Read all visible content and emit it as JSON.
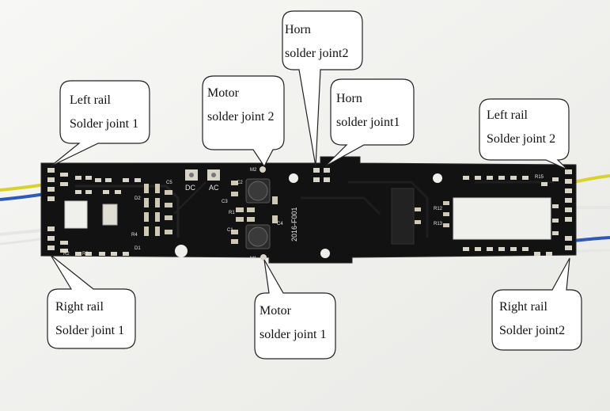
{
  "callouts": {
    "left_rail_1": {
      "line1": "Left rail",
      "line2": "Solder joint 1"
    },
    "motor_2": {
      "line1": "Motor",
      "line2": "solder joint 2"
    },
    "horn_2": {
      "line1": "Horn",
      "line2": "solder joint2"
    },
    "horn_1": {
      "line1": "Horn",
      "line2": "solder joint1"
    },
    "left_rail_2": {
      "line1": "Left rail",
      "line2": "Solder joint 2"
    },
    "right_rail_1": {
      "line1": "Right rail",
      "line2": "Solder joint 1"
    },
    "motor_1": {
      "line1": "Motor",
      "line2": "solder joint 1"
    },
    "right_rail_2": {
      "line1": "Right rail",
      "line2": "Solder joint2"
    }
  },
  "silkscreen": {
    "dc": "DC",
    "ac": "AC",
    "part_no": "2016-F001",
    "m1": "M1",
    "m2": "M2",
    "d1": "D1",
    "d2": "D2",
    "r3": "R3",
    "r4": "R4",
    "r12": "R12",
    "r13": "R13",
    "r15": "R15",
    "r1": "R1",
    "r2": "R2",
    "c1": "C1",
    "c2": "C2",
    "c3": "C3",
    "c4": "C4",
    "c5": "C5"
  },
  "colors": {
    "board": "#121212",
    "pad": "#d9d4c8",
    "wire_yellow": "#d8d22a",
    "wire_blue": "#2f59b8",
    "wire_white": "#e6e6e6",
    "background": "#f2f2f0"
  }
}
